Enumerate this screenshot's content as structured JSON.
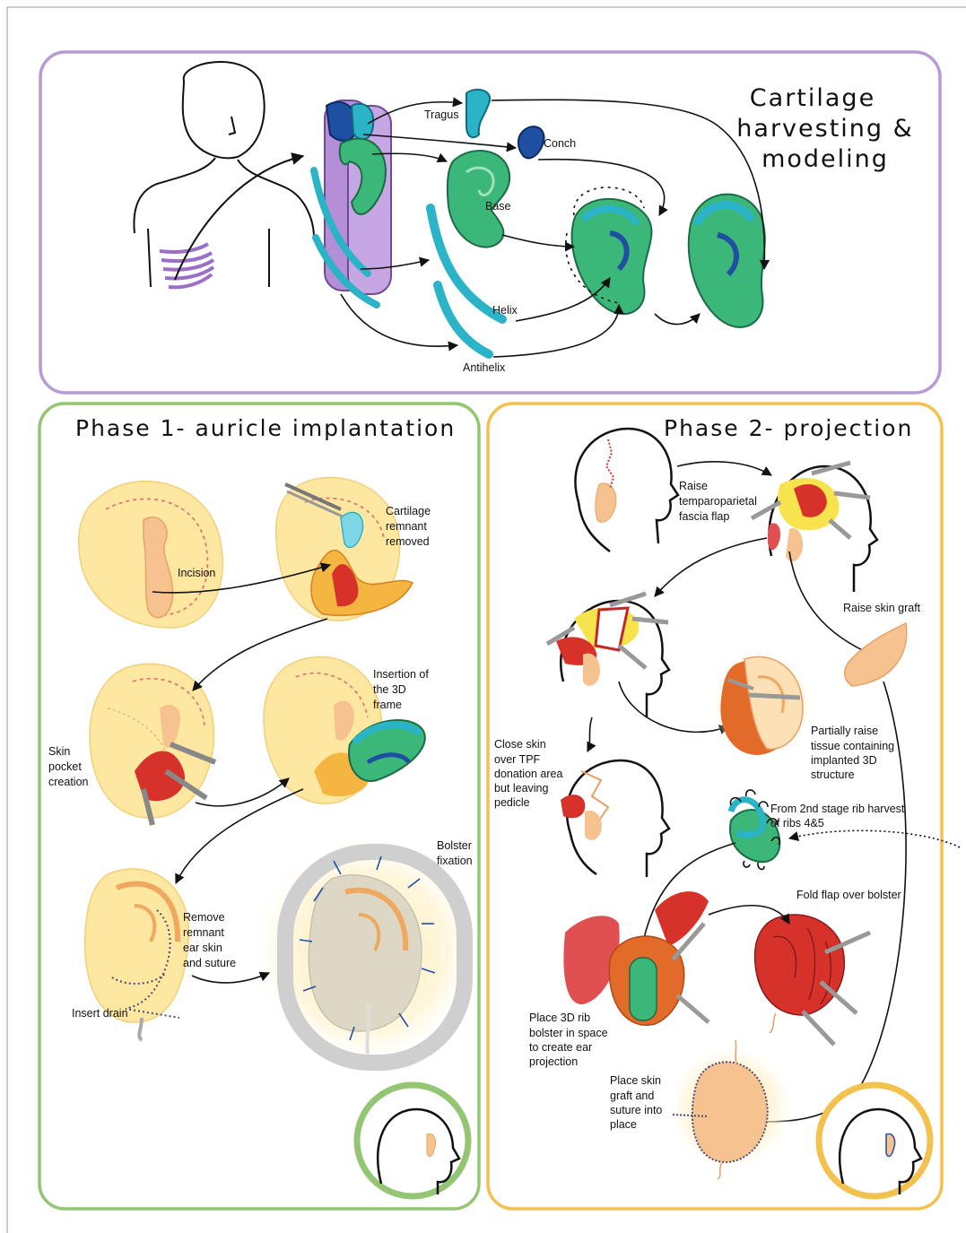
{
  "panels": {
    "harvest": {
      "title_lines": [
        "Cartilage",
        "harvesting &",
        "modeling"
      ],
      "border_color": "#b79ad6",
      "labels": {
        "tragus": "Tragus",
        "conch": "Conch",
        "base": "Base",
        "helix": "Helix",
        "antihelix": "Antihelix"
      }
    },
    "phase1": {
      "title": "Phase 1- auricle implantation",
      "border_color": "#93c572",
      "labels": {
        "incision": "Incision",
        "cartilage_removed": [
          "Cartilage",
          "remnant",
          "removed"
        ],
        "skin_pocket": [
          "Skin",
          "pocket",
          "creation"
        ],
        "insertion": [
          "Insertion of",
          "the 3D",
          "frame"
        ],
        "bolster": [
          "Bolster",
          "fixation"
        ],
        "remove_skin": [
          "Remove",
          "remnant",
          "ear skin",
          "and suture"
        ],
        "insert_drain": "Insert drain"
      }
    },
    "phase2": {
      "title": "Phase 2- projection",
      "border_color": "#f2c14e",
      "labels": {
        "raise_tpf": [
          "Raise",
          "temparoparietal",
          "fascia flap"
        ],
        "raise_skin_graft": "Raise skin graft",
        "partially_raise": [
          "Partially raise",
          "tissue containing",
          "implanted 3D",
          "structure"
        ],
        "close_skin": [
          "Close skin",
          "over TPF",
          "donation area",
          "but leaving",
          "pedicle"
        ],
        "rib_harvest": [
          "From 2nd stage rib harvest",
          "of ribs 4&5"
        ],
        "fold_flap": "Fold flap over bolster",
        "place_bolster": [
          "Place 3D rib",
          "bolster in space",
          "to create ear",
          "projection"
        ],
        "place_graft": [
          "Place skin",
          "graft and",
          "suture into",
          "place"
        ]
      }
    }
  },
  "colors": {
    "purple": "#b48ed6",
    "teal": "#2bb3c8",
    "green": "#3cb77a",
    "navy": "#1f4fa0",
    "skin": "#fde7a1",
    "ear": "#f6c28f",
    "red": "#d6322a",
    "gray": "#cfcfcf"
  }
}
